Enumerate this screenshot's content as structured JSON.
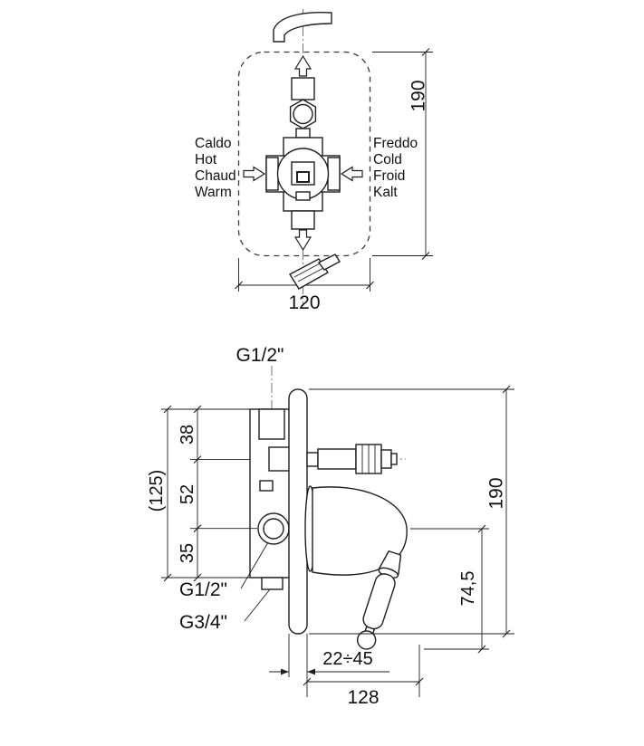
{
  "top_view": {
    "hot_labels": [
      "Caldo",
      "Hot",
      "Chaud",
      "Warm"
    ],
    "cold_labels": [
      "Freddo",
      "Cold",
      "Froid",
      "Kalt"
    ],
    "dim_plate_width": "120",
    "dim_plate_height": "190"
  },
  "side_view": {
    "thread_top": "G1/2\"",
    "dim_top_offset": "38",
    "dim_mid_offset": "52",
    "dim_bottom_offset": "35",
    "dim_total_left": "(125)",
    "thread_side": "G1/2\"",
    "thread_bottom": "G3/4\"",
    "dim_plate_height": "190",
    "dim_handle_length": "74,5",
    "dim_wall_depth": "22÷45",
    "dim_total_depth": "128"
  }
}
